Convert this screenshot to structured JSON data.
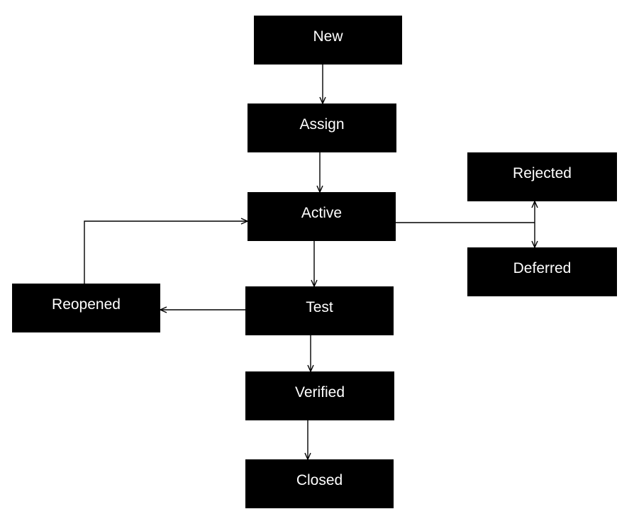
{
  "diagram": {
    "nodes": {
      "new": "New",
      "assign": "Assign",
      "active": "Active",
      "rejected": "Rejected",
      "deferred": "Deferred",
      "reopened": "Reopened",
      "test": "Test",
      "verified": "Verified",
      "closed": "Closed"
    },
    "edges": [
      {
        "from": "New",
        "to": "Assign"
      },
      {
        "from": "Assign",
        "to": "Active"
      },
      {
        "from": "Active",
        "to": "Test"
      },
      {
        "from": "Active",
        "to": "Rejected"
      },
      {
        "from": "Active",
        "to": "Deferred"
      },
      {
        "from": "Test",
        "to": "Reopened"
      },
      {
        "from": "Reopened",
        "to": "Active"
      },
      {
        "from": "Test",
        "to": "Verified"
      },
      {
        "from": "Verified",
        "to": "Closed"
      }
    ],
    "colors": {
      "node_fill": "#000000",
      "node_text": "#ffffff",
      "connector": "#000000",
      "background": "#ffffff"
    }
  }
}
